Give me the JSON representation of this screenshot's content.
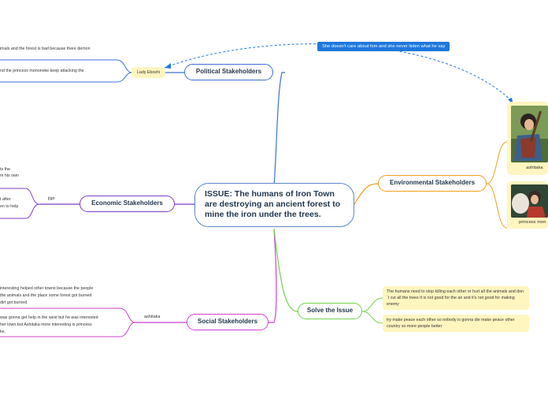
{
  "central": {
    "title": "ISSUE: The humans of Iron Town are destroying an ancient forest to mine the iron under the trees."
  },
  "branches": {
    "political": {
      "label": "Political Stakeholders",
      "child": "Lady Eboshi",
      "notes": [
        "imals and the forest is bad because there demon",
        "nd the princess mononoke keep attacking the"
      ]
    },
    "economic": {
      "label": "Economic Stakeholders",
      "child": "jigo",
      "notes": [
        "ts the",
        "m his own",
        "t after",
        "en to help"
      ]
    },
    "social": {
      "label": "Social Stakeholders",
      "child": "ashitaka",
      "notes": [
        "interesting helped other towns because the people",
        " the animals and the place some forest got burned",
        "dirt got burned.",
        "was gonna get help in the west but he was interested",
        "her town but Ashitaka more interesting is princess",
        "ke."
      ]
    },
    "environmental": {
      "label": "Environmental Stakeholders",
      "cards": [
        {
          "caption": "ashitaka"
        },
        {
          "caption": "princess mon"
        }
      ]
    },
    "solve": {
      "label": "Solve the Issue",
      "notes": [
        "The humans need to stop killing each other or  hurt all the animals  and don `t cut all the trees It is not good for the air and it's not good for making enemy",
        "try make peace each other so nobody is gonna die make peace other country so more people better"
      ]
    }
  },
  "callout": {
    "text": "She doesn't care about him and she never listen what he say"
  },
  "colors": {
    "political": "#3c6fd6",
    "economic": "#7c3fc4",
    "social": "#d23ed0",
    "environmental": "#f0a020",
    "solve": "#6fd34a",
    "central": "#5a86c8",
    "callout": "#1e78dd"
  }
}
